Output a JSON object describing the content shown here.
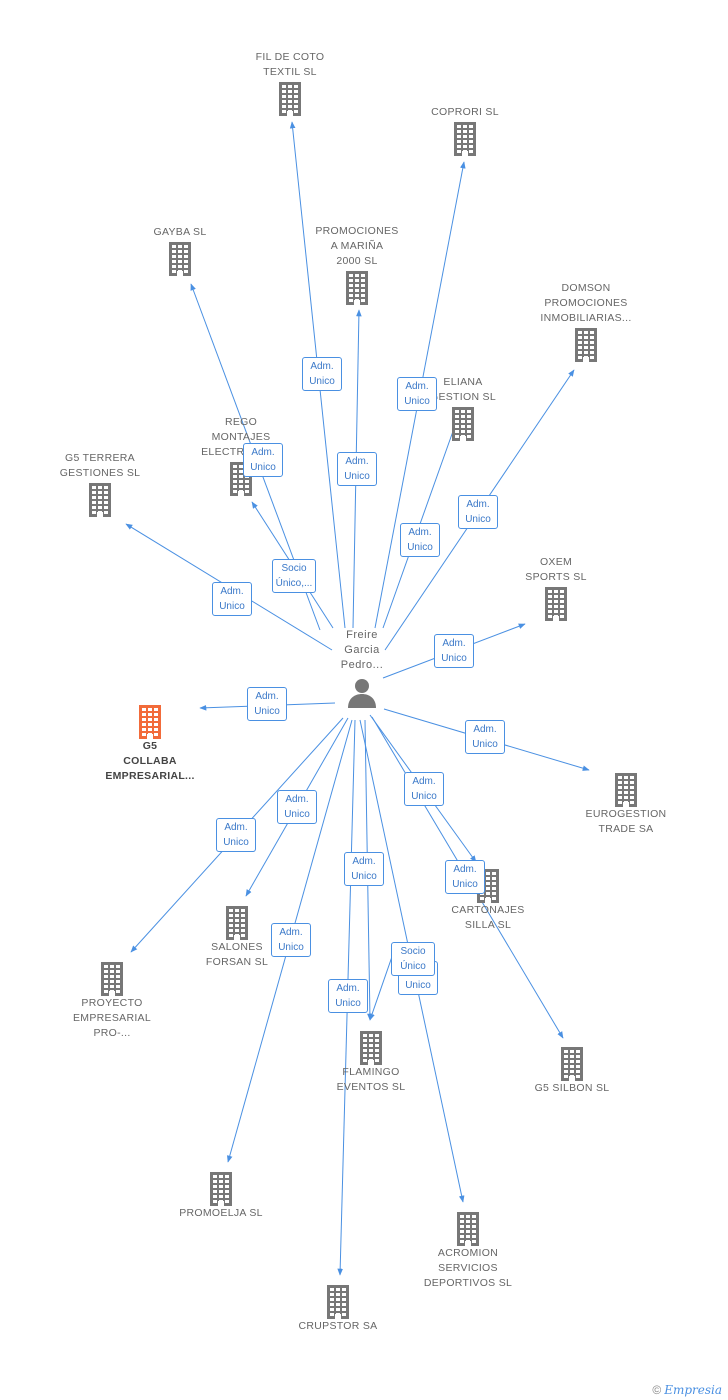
{
  "center": {
    "label": "Freire\nGarcia\nPedro...",
    "icon": "person-icon"
  },
  "colors": {
    "edge": "#4a90e2",
    "company": "#777777",
    "main_company": "#f26b3a",
    "rel_text": "#3a78c8"
  },
  "companies": [
    {
      "id": "fil-de-coto",
      "label": "FIL DE COTO\nTEXTIL  SL"
    },
    {
      "id": "coprori",
      "label": "COPRORI SL"
    },
    {
      "id": "gayba",
      "label": "GAYBA SL"
    },
    {
      "id": "promociones-a-marina",
      "label": "PROMOCIONES\nA MARIÑA\n2000 SL"
    },
    {
      "id": "domson",
      "label": "DOMSON\nPROMOCIONES\nINMOBILIARIAS..."
    },
    {
      "id": "eliana",
      "label": "ELIANA\nGESTION SL"
    },
    {
      "id": "rego",
      "label": "REGO\nMONTAJES\nELECTRICOS..."
    },
    {
      "id": "g5-terrera",
      "label": "G5 TERRERA\nGESTIONES  SL"
    },
    {
      "id": "oxem",
      "label": "OXEM\nSPORTS SL"
    },
    {
      "id": "g5-collaba",
      "label": "G5\nCOLLABA\nEMPRESARIAL...",
      "main": true
    },
    {
      "id": "eurogestion",
      "label": "EUROGESTION\nTRADE SA"
    },
    {
      "id": "cartonajes",
      "label": "CARTONAJES\nSILLA  SL"
    },
    {
      "id": "salones",
      "label": "SALONES\nFORSAN SL"
    },
    {
      "id": "proyecto",
      "label": "PROYECTO\nEMPRESARIAL\nPRO-..."
    },
    {
      "id": "flamingo",
      "label": "FLAMINGO\nEVENTOS SL"
    },
    {
      "id": "g5-silbon",
      "label": "G5 SILBON  SL"
    },
    {
      "id": "promoelja",
      "label": "PROMOELJA SL"
    },
    {
      "id": "acromion",
      "label": "ACROMION\nSERVICIOS\nDEPORTIVOS SL"
    },
    {
      "id": "crupstor",
      "label": "CRUPSTOR SA"
    }
  ],
  "relations": [
    {
      "to": "promociones-a-marina",
      "label": "Adm.\nUnico"
    },
    {
      "to": "coprori",
      "label": "Adm.\nUnico"
    },
    {
      "to": "rego",
      "label": "Adm.\nUnico"
    },
    {
      "to": "fil-de-coto",
      "label": "Adm.\nUnico"
    },
    {
      "to": "eliana",
      "label": "Adm.\nUnico"
    },
    {
      "to": "domson",
      "label": "Adm.\nUnico"
    },
    {
      "to": "gayba",
      "label": "Socio\nÚnico,..."
    },
    {
      "to": "g5-terrera",
      "label": "Adm.\nUnico"
    },
    {
      "to": "oxem",
      "label": "Adm.\nUnico"
    },
    {
      "to": "g5-collaba",
      "label": "Adm.\nUnico"
    },
    {
      "to": "eurogestion",
      "label": "Adm.\nUnico"
    },
    {
      "to": "cartonajes",
      "label": "Adm.\nUnico"
    },
    {
      "to": "salones",
      "label": "Adm.\nUnico"
    },
    {
      "to": "proyecto",
      "label": "Adm.\nUnico"
    },
    {
      "to": "g5-silbon",
      "label": "Adm.\nUnico"
    },
    {
      "to": "crupstor",
      "label": "Adm.\nUnico"
    },
    {
      "to": "promoelja",
      "label": "Adm.\nUnico"
    },
    {
      "to": "acromion",
      "label": "Adm.\nUnico"
    },
    {
      "to": "flamingo",
      "label": "Socio\nÚnico"
    },
    {
      "to": "flamingo",
      "label": "Adm.\nUnico"
    }
  ],
  "brand": {
    "copyright": "©",
    "name": "Empresia"
  }
}
